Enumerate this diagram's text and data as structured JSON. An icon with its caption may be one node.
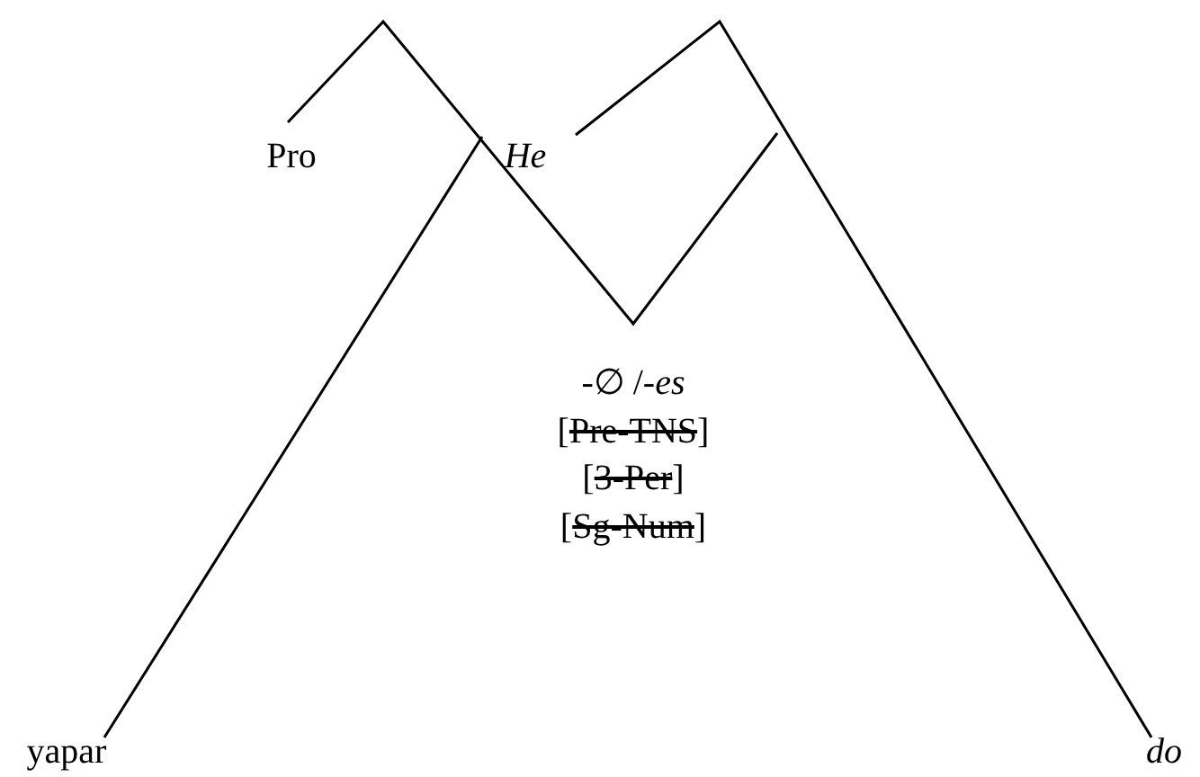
{
  "diagram": {
    "labels": [
      "Pro",
      "He",
      "-∅ /-*es*",
      "[Pre-TNS]",
      "[3-Per]",
      "[Sg-Num]",
      "yapar",
      "do"
    ]
  }
}
